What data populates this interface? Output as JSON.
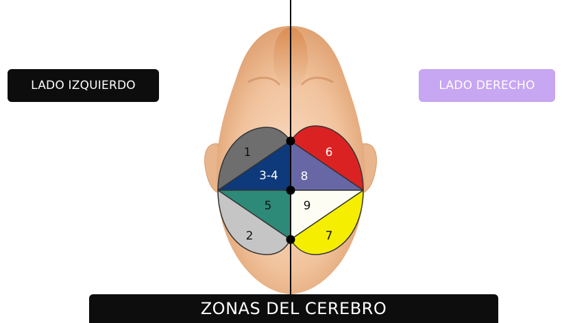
{
  "labels": {
    "left_side": "LADO IZQUIERDO",
    "right_side": "LADO DERECHO",
    "title": "ZONAS DEL CEREBRO"
  },
  "colors": {
    "left_label_bg": "#0d0d0d",
    "left_label_text": "#ffffff",
    "right_label_bg": "#c7a6f2",
    "right_label_text": "#ffffff",
    "title_bg": "#0d0d0d",
    "title_text": "#ffffff",
    "zone_1": "#6e6e6e",
    "zone_2": "#c5c5c5",
    "zone_3_4": "#0e3a7c",
    "zone_5": "#2e8a78",
    "zone_6": "#db2222",
    "zone_7": "#f5ee00",
    "zone_8": "#6767a6",
    "zone_9": "#fdfdf3"
  },
  "zones": [
    {
      "id": "1",
      "label": "1"
    },
    {
      "id": "2",
      "label": "2"
    },
    {
      "id": "3-4",
      "label": "3-4"
    },
    {
      "id": "5",
      "label": "5"
    },
    {
      "id": "6",
      "label": "6"
    },
    {
      "id": "7",
      "label": "7"
    },
    {
      "id": "8",
      "label": "8"
    },
    {
      "id": "9",
      "label": "9"
    }
  ]
}
